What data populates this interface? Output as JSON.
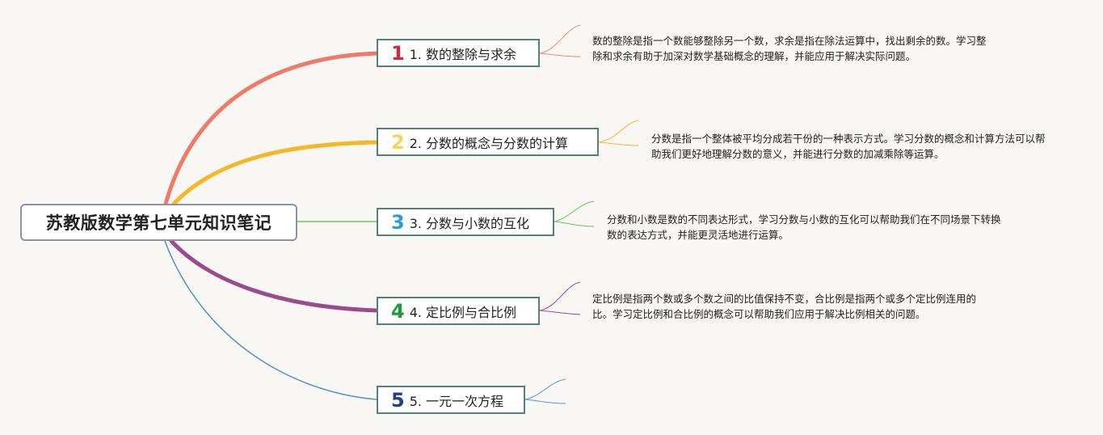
{
  "root": {
    "title": "苏教版数学第七单元知识笔记"
  },
  "topics": [
    {
      "num": "1",
      "label": "1. 数的整除与求余",
      "color": "#f07a6a",
      "num_color": "#d7263d",
      "note": "数的整除是指一个数能够整除另一个数，求余是指在除法运算中，找出剩余的数。学习整除和求余有助于加深对数学基础概念的理解，并能应用于解决实际问题。"
    },
    {
      "num": "2",
      "label": "2. 分数的概念与分数的计算",
      "color": "#f5b728",
      "num_color": "#f3d35b",
      "note": "分数是指一个整体被平均分成若干份的一种表示方式。学习分数的概念和计算方法可以帮助我们更好地理解分数的意义，并能进行分数的加减乘除等运算。"
    },
    {
      "num": "3",
      "label": "3. 分数与小数的互化",
      "color": "#6cc25a",
      "num_color": "#2d9bd8",
      "note": "分数和小数是数的不同表达形式，学习分数与小数的互化可以帮助我们在不同场景下转换数的表达方式，并能更灵活地进行运算。"
    },
    {
      "num": "4",
      "label": "4. 定比例与合比例",
      "color": "#9b4a8e",
      "num_color": "#1f9a3a",
      "note": "定比例是指两个数或多个数之间的比值保持不变，合比例是指两个或多个定比例连用的比。学习定比例和合比例的概念可以帮助我们应用于解决比例相关的问题。"
    },
    {
      "num": "5",
      "label": "5. 一元一次方程",
      "color": "#5c93cf",
      "num_color": "#1f3f8f",
      "note": ""
    }
  ]
}
